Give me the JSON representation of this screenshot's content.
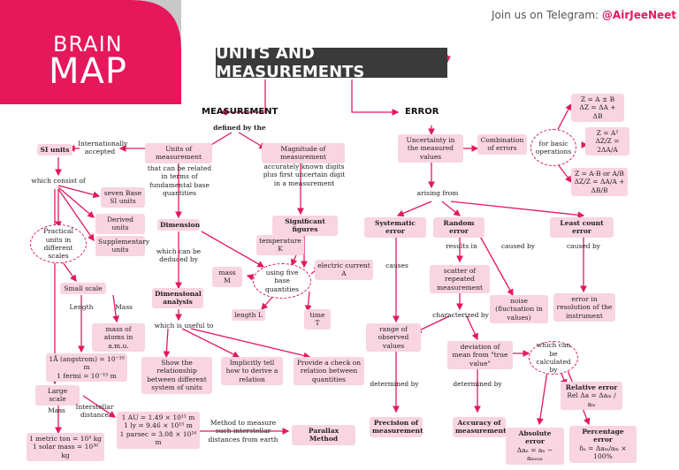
{
  "header": {
    "brain": "BRAIN",
    "map": "MAP",
    "title": "UNITS AND MEASUREMENTS",
    "telegram_prefix": "Join us on Telegram: ",
    "telegram_handle": "@AirJeeNeet"
  },
  "measurement": {
    "heading": "MEASUREMENT",
    "defined_by": "defined by the",
    "units_of_measurement": "Units of measurement",
    "magnitude": "Magnitude of measurement",
    "intl_accepted": "Internationally accepted",
    "si_units": "SI units",
    "consist_of": "which consist of",
    "seven_base": "seven Base SI units",
    "derived": "Derived units",
    "supplementary": "Supplementary units",
    "practical": "Practical units in different scales",
    "small_scale": "Small scale",
    "length": "Length",
    "mass": "Mass",
    "mass_atoms": "mass of atoms in a.m.u.",
    "angstrom": "1Å (angstrom) = 10⁻¹⁰ m",
    "fermi": "1 fermi = 10⁻¹⁵ m",
    "large_scale": "Large scale",
    "large_mass": "Mass",
    "interstellar": "Interstellar distance",
    "metric_ton": "1 metric ton = 10³ kg",
    "solar_mass": "1 solar mass = 10³⁰ kg",
    "au": "1 AU = 1.49 × 10¹¹ m",
    "ly": "1 ly = 9.46 × 10¹⁵ m",
    "parsec": "1 parsec = 3.08 × 10¹⁶ m",
    "method": "Method to measure such interstellar distances from earth",
    "parallax": "Parallax Method",
    "related": "that can be related in terms of fundamental base quantities",
    "dimension": "Dimension",
    "deduced": "which can be deduced by",
    "dim_analysis": "Dimensional analysis",
    "useful_to": "which is useful to",
    "show_relation": "Show the relationship between different system of units",
    "implicitly": "Implicitly tell how to derive a relation",
    "check": "Provide a check on relation between quantities",
    "accurately": "accurately known digits plus first uncertain digit in a measurement",
    "sig_figs": "Significant figures",
    "five_base": "using five base quantities",
    "temperature": "temperature K",
    "mass_m": "mass M",
    "length_l": "length L",
    "time_t": "time T",
    "current": "electric current A"
  },
  "error": {
    "heading": "ERROR",
    "uncertainty": "Uncertainty in the measured values",
    "combination": "Combination of errors",
    "basic_ops": "for basic operations",
    "f1a": "Z = A ± B",
    "f1b": "ΔZ = ΔA + ΔB",
    "f2a": "Z = A²",
    "f2b": "ΔZ/Z = 2ΔA/A",
    "f3a": "Z = A·B or A/B",
    "f3b": "ΔZ/Z = ΔA/A + ΔB/B",
    "arising": "arising from",
    "systematic": "Systematic error",
    "random": "Random error",
    "least_count": "Least count error",
    "causes": "causes",
    "results_in": "results in",
    "caused_by1": "caused by",
    "caused_by2": "caused by",
    "scatter": "scatter of repeated measurement",
    "noise": "noise (fluctuation in values)",
    "resolution": "error in resolution of the instrument",
    "range": "range of observed values",
    "characterized": "characterized by",
    "deviation": "deviation of mean from \"true value\"",
    "calculated": "which can be calculated by",
    "determined1": "determined by",
    "determined2": "determined by",
    "precision": "Precision of measurement",
    "accuracy": "Accuracy of measurement",
    "relative": "Relative error",
    "relative_f": "Rel Δa = Δaₘ / aₘ",
    "absolute": "Absolute error",
    "absolute_f": "Δaₙ = aₙ − aₘₑₐₙ",
    "percentage": "Percentage error",
    "percentage_f": "δₐ = Δaₘ/aₘ × 100%"
  },
  "colors": {
    "accent": "#e4185a",
    "box": "#f9d4e1",
    "dark": "#3a3a3a"
  }
}
